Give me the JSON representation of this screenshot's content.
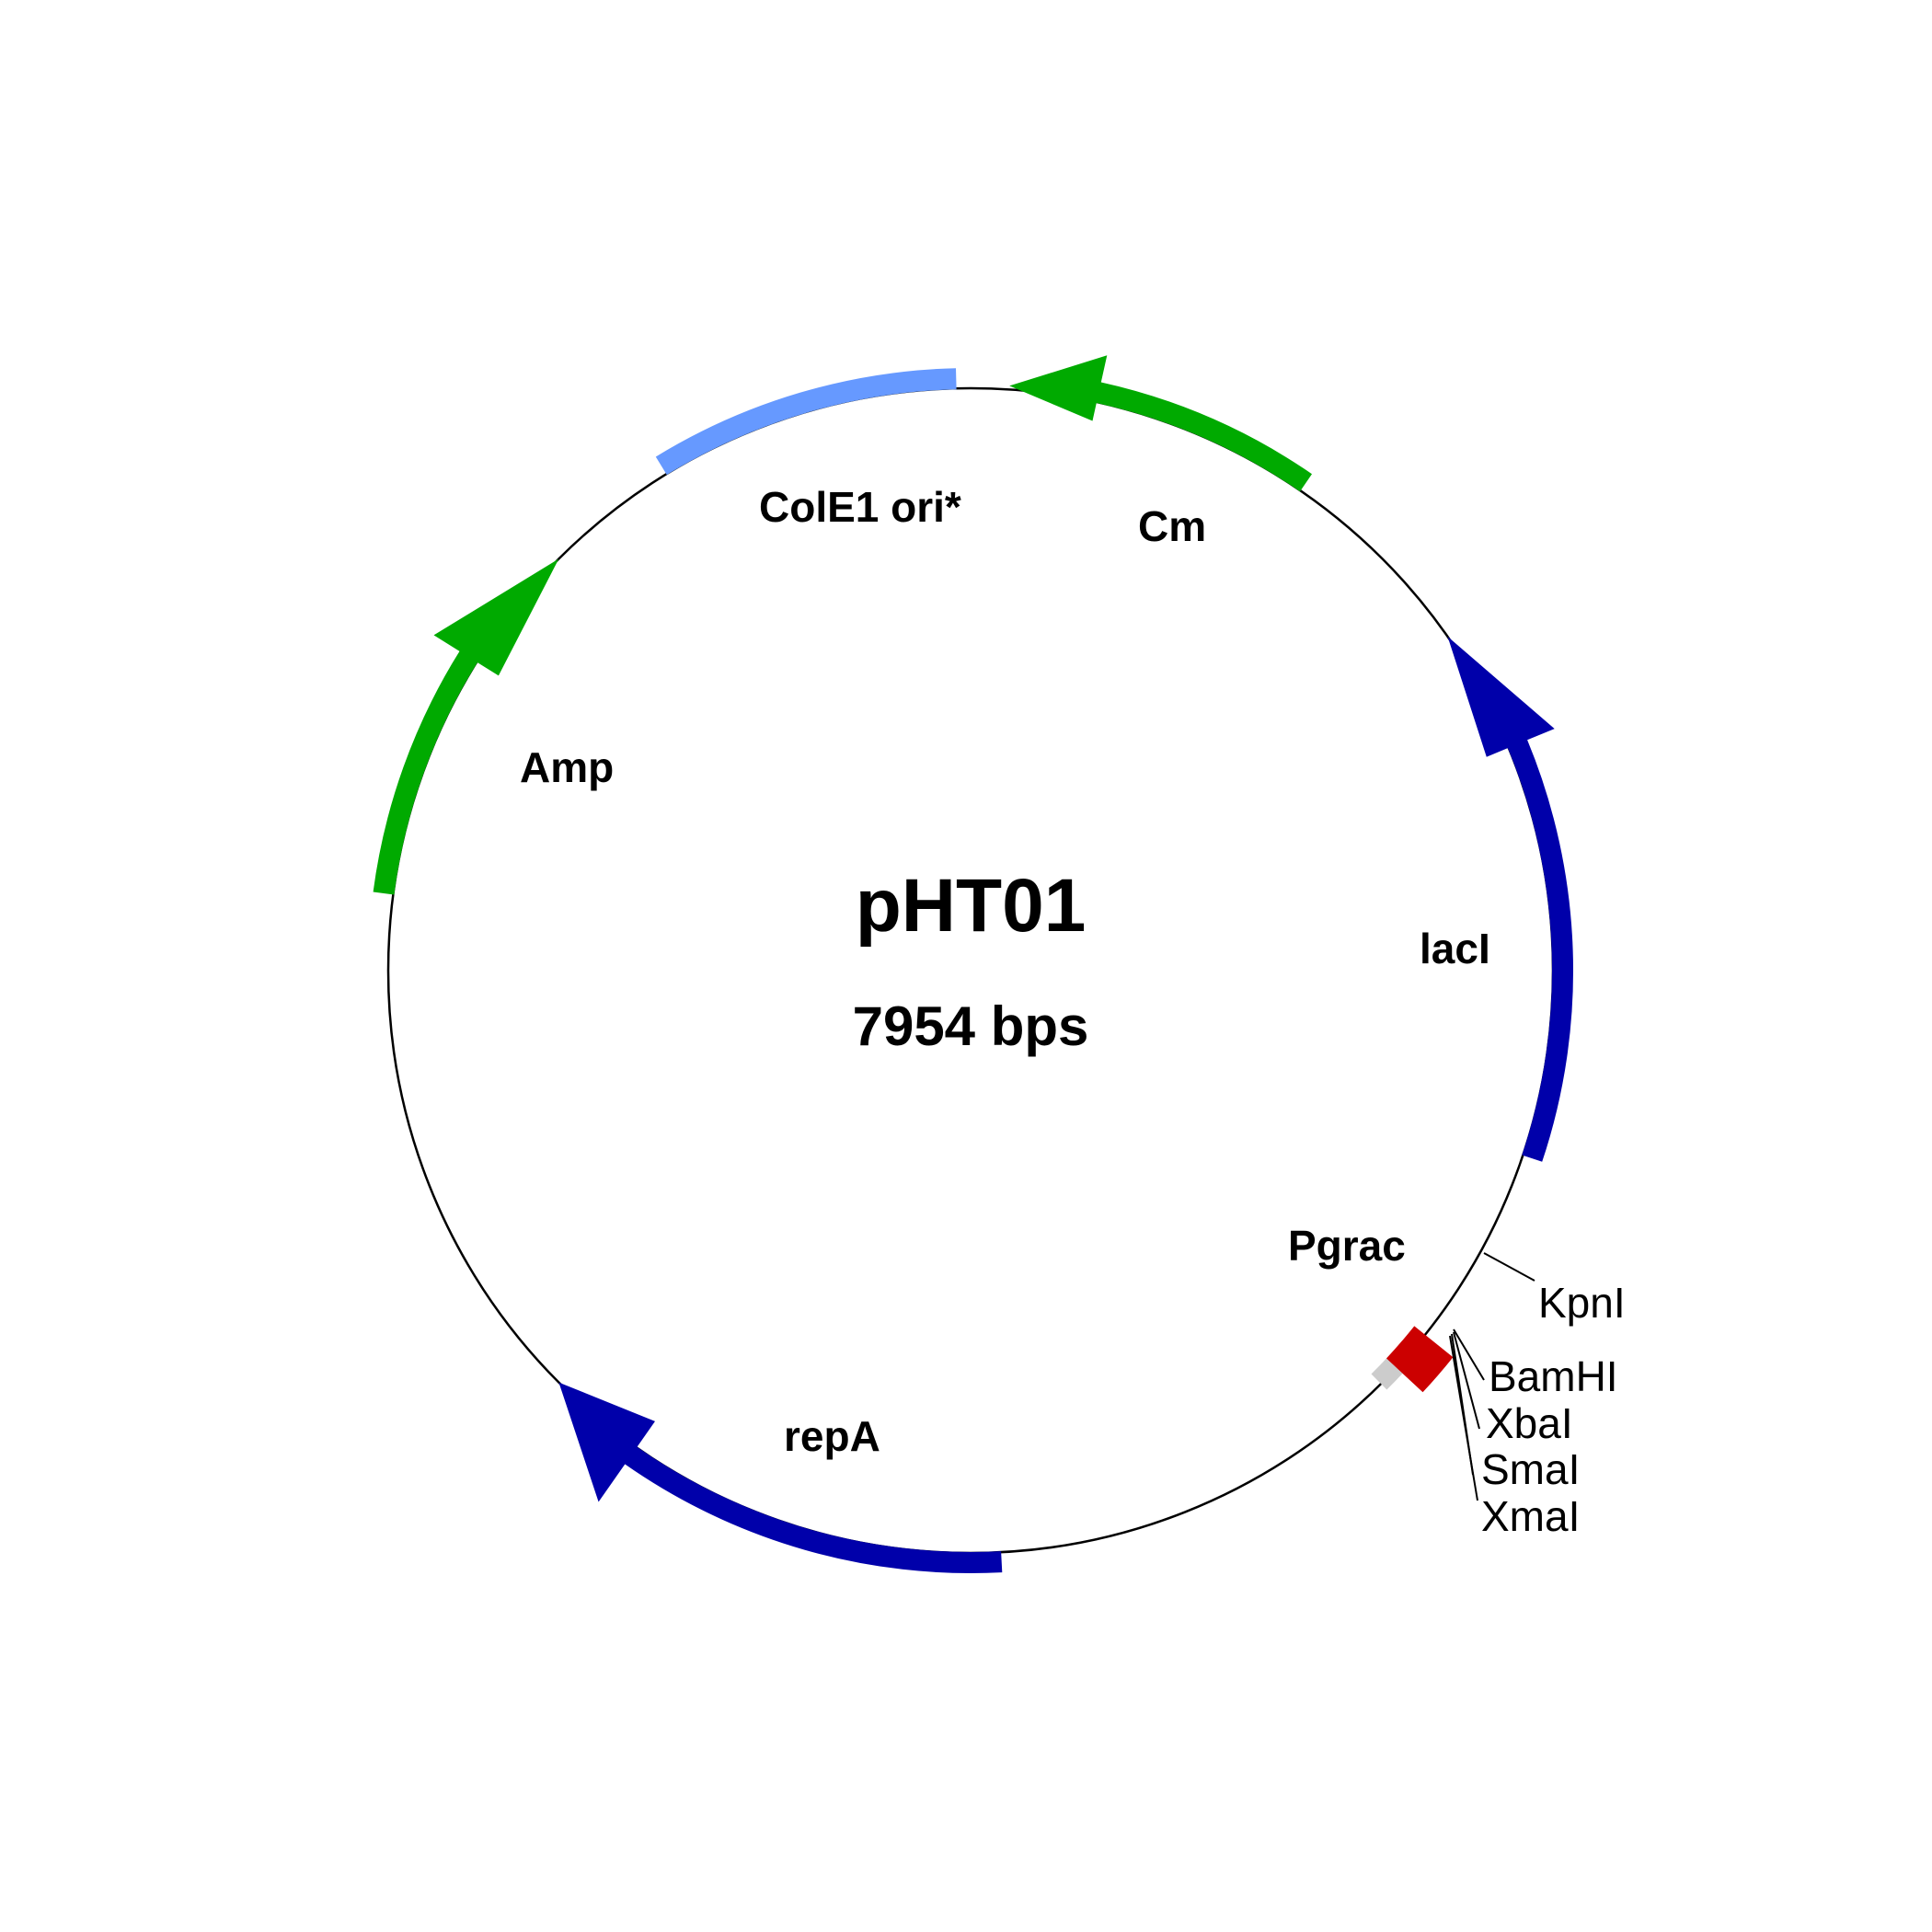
{
  "plasmid": {
    "name": "pHT01",
    "size_label": "7954 bps"
  },
  "features": [
    {
      "id": "colE1",
      "label": "ColE1 ori*",
      "color": "#6699ff",
      "shape": "box",
      "direction": "none"
    },
    {
      "id": "cm",
      "label": "Cm",
      "color": "#00aa00",
      "shape": "arrow",
      "direction": "counterclockwise"
    },
    {
      "id": "amp",
      "label": "Amp",
      "color": "#00aa00",
      "shape": "arrow",
      "direction": "clockwise"
    },
    {
      "id": "lacI",
      "label": "lacI",
      "color": "#0000aa",
      "shape": "arrow",
      "direction": "counterclockwise"
    },
    {
      "id": "repA",
      "label": "repA",
      "color": "#0000aa",
      "shape": "arrow",
      "direction": "clockwise"
    },
    {
      "id": "pgrac",
      "label": "Pgrac",
      "color": "#cc0000",
      "shape": "box",
      "direction": "none"
    }
  ],
  "restriction_sites": [
    "KpnI",
    "BamHI",
    "XbaI",
    "SmaI",
    "XmaI"
  ],
  "colors": {
    "backbone": "#000000",
    "mcs": "#cccccc"
  }
}
